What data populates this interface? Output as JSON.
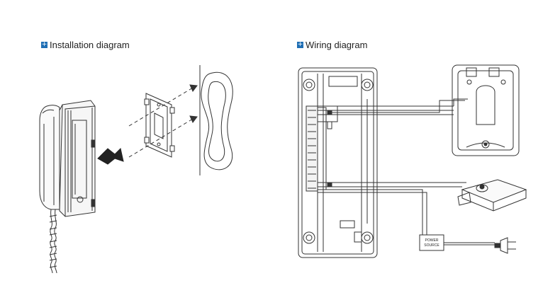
{
  "installation": {
    "title": "Installation diagram",
    "title_icon": "plus-square-icon"
  },
  "wiring": {
    "title": "Wiring diagram",
    "title_icon": "plus-square-icon",
    "power_source": {
      "line1": "POWER",
      "line2": "SOURCE"
    }
  },
  "colors": {
    "icon_blue": "#1f6fb5",
    "line": "#333333",
    "background": "#ffffff"
  }
}
